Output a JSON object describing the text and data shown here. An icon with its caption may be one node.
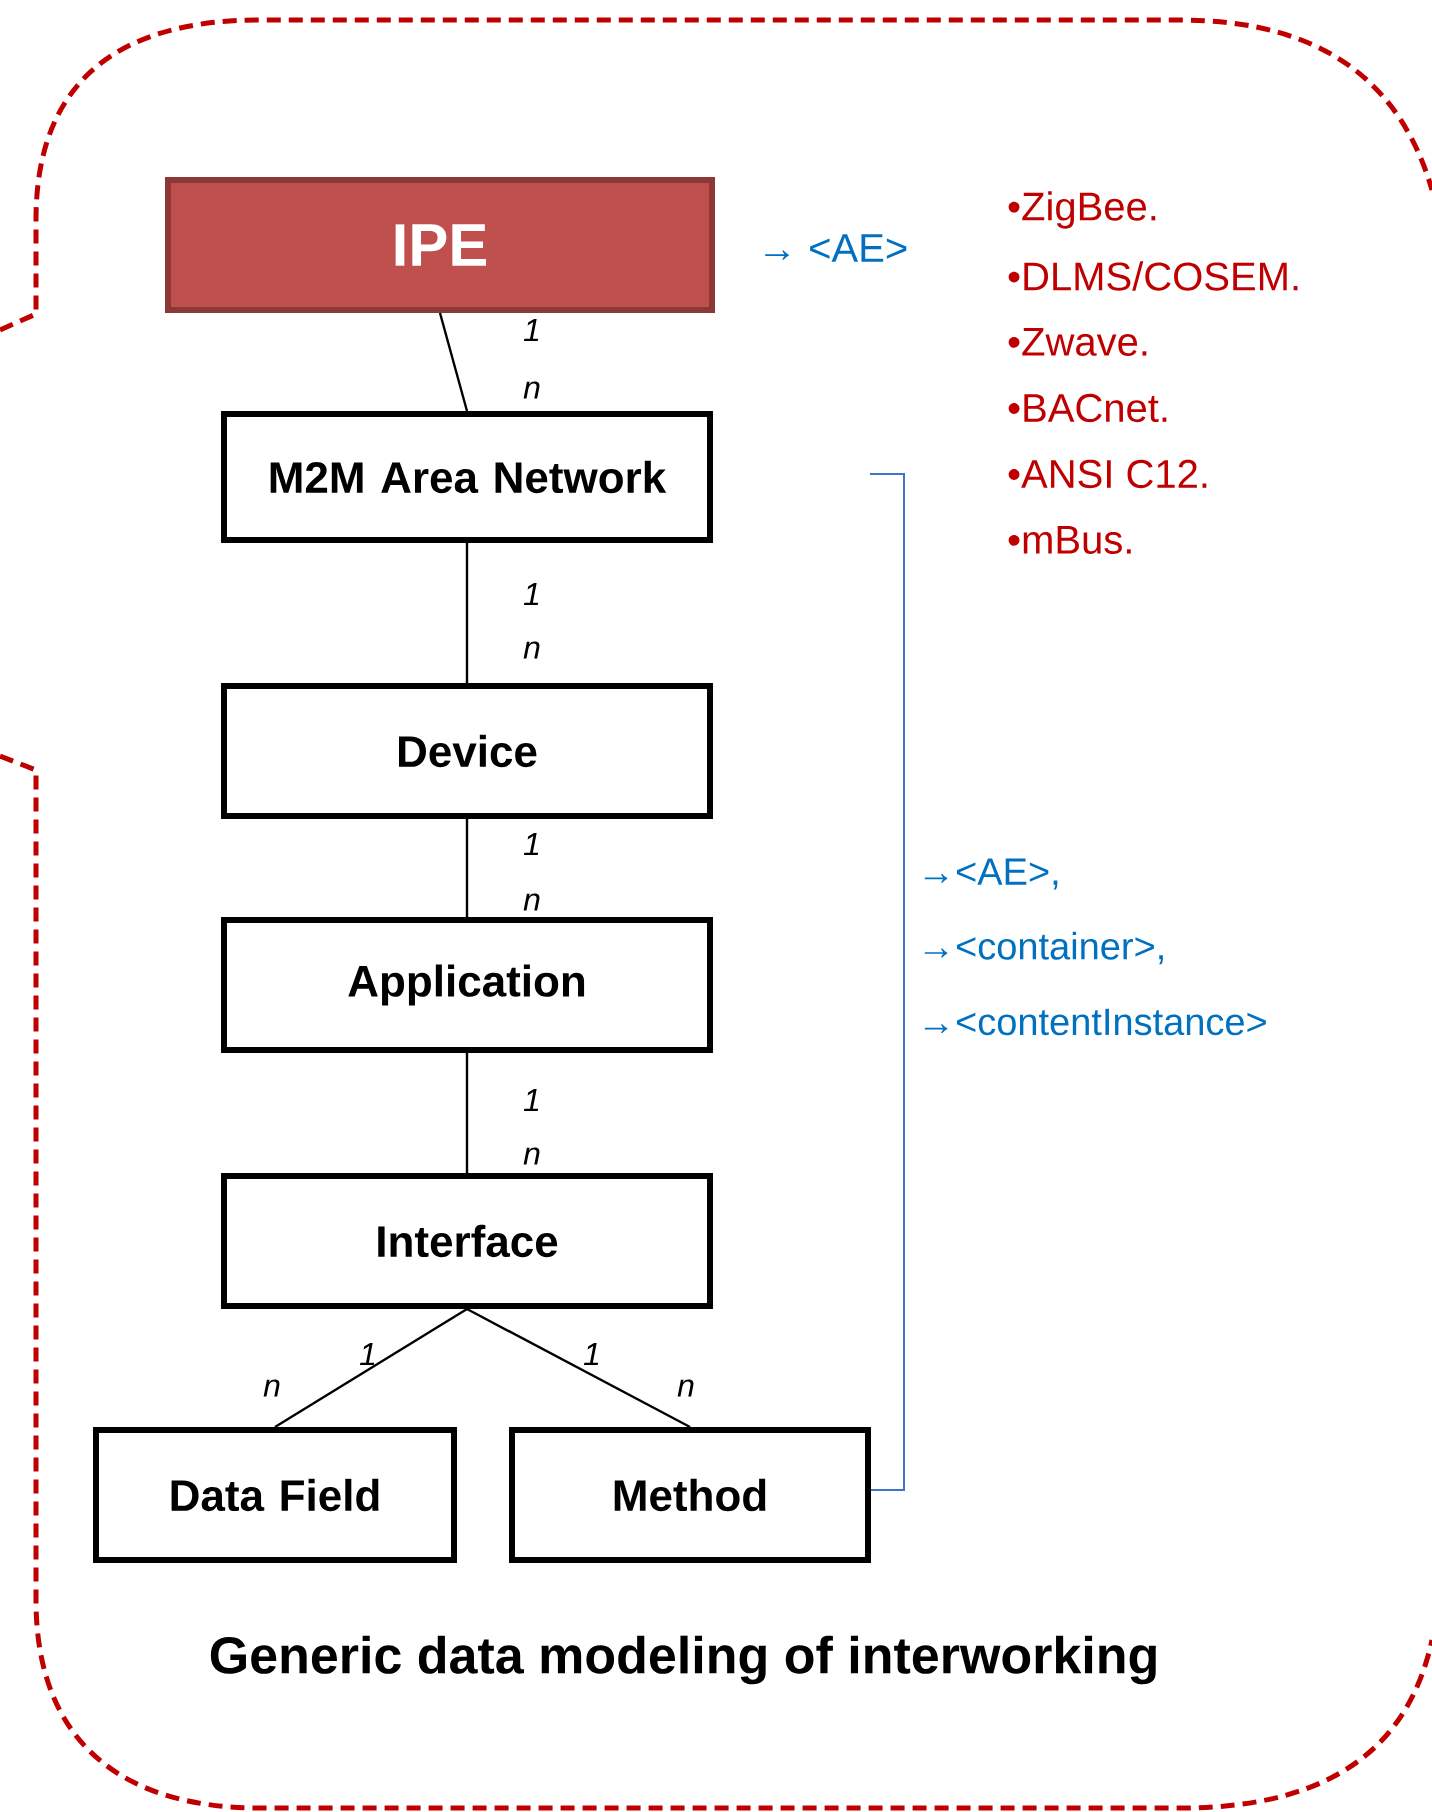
{
  "diagram": {
    "caption": "Generic data modeling of interworking",
    "nodes": [
      {
        "text": [
          "IPE"
        ]
      },
      {
        "text": [
          "M2M Area Network"
        ]
      },
      {
        "text": [
          "Device"
        ]
      },
      {
        "text": [
          "Application"
        ]
      },
      {
        "text": [
          "Interface"
        ]
      },
      {
        "text": [
          "Data Field"
        ]
      },
      {
        "text": [
          "Method"
        ]
      }
    ],
    "edges": [
      {
        "from": 0,
        "to": 1,
        "arrow": "none"
      },
      {
        "from": 1,
        "to": 2,
        "arrow": "none"
      },
      {
        "from": 2,
        "to": 3,
        "arrow": "none"
      },
      {
        "from": 3,
        "to": 4,
        "arrow": "none"
      },
      {
        "from": 4,
        "to": 5,
        "arrow": "none"
      },
      {
        "from": 4,
        "to": 6,
        "arrow": "none"
      }
    ],
    "labels": [
      "→ <AE>",
      "•ZigBee.",
      "•DLMS/COSEM.",
      "•Zwave.",
      "•BACnet.",
      "•ANSI C12.",
      "•mBus.",
      "1",
      "n",
      "1",
      "n",
      "1",
      "n",
      "1",
      "n",
      "1",
      "n",
      "1",
      "n",
      "→<AE>,",
      "→<container>,",
      "→<contentInstance>"
    ]
  }
}
